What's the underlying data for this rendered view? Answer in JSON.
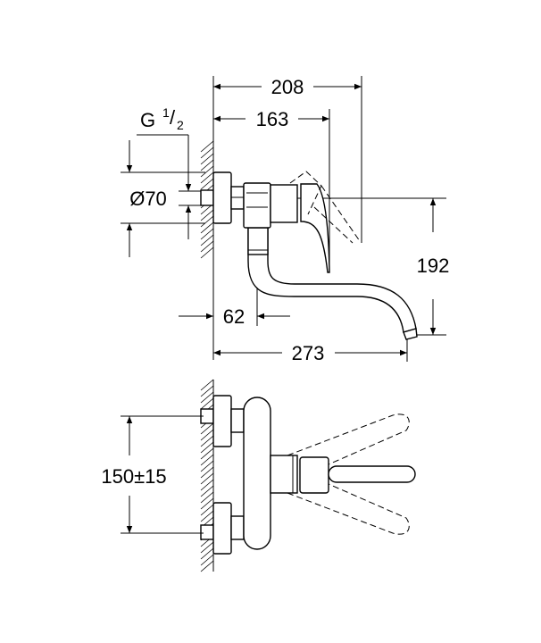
{
  "drawing": {
    "side_view": {
      "dim_overall_lever": "208",
      "dim_lever": "163",
      "thread_label": "G",
      "thread_num": "1",
      "thread_den": "2",
      "dim_rosette": "Ø70",
      "dim_height": "192",
      "dim_spout_offset": "62",
      "dim_spout_reach": "273"
    },
    "top_view": {
      "dim_centers": "150±15"
    }
  }
}
